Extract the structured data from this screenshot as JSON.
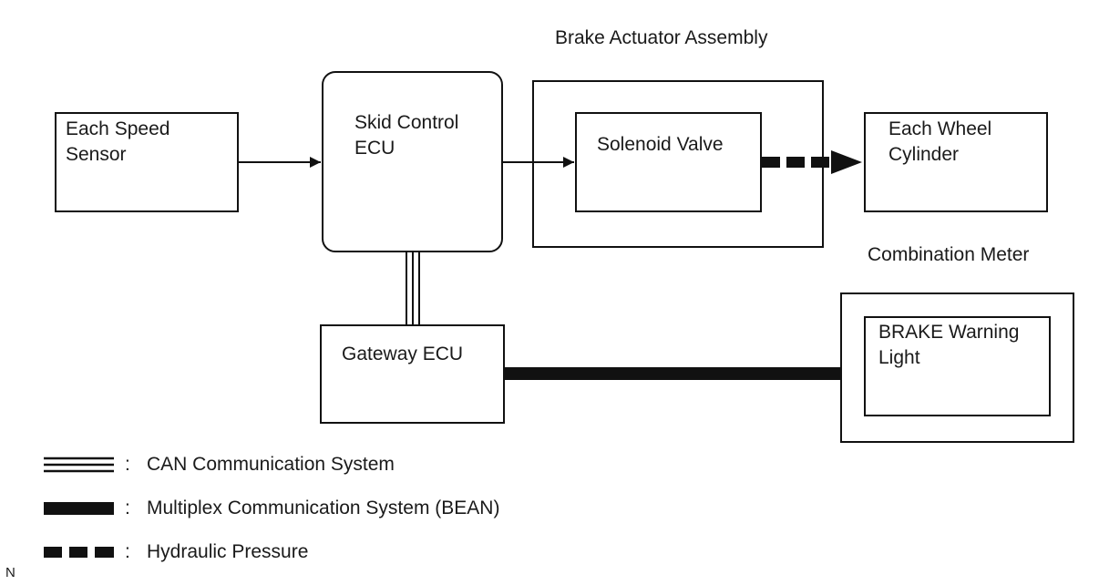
{
  "blocks": {
    "speed_sensor": "Each Speed\nSensor",
    "skid_ecu": "Skid Control\nECU",
    "actuator_title": "Brake Actuator Assembly",
    "solenoid": "Solenoid Valve",
    "wheel_cylinder": "Each Wheel\nCylinder",
    "meter_title": "Combination Meter",
    "brake_light": "BRAKE Warning\nLight",
    "gateway": "Gateway ECU"
  },
  "legend": [
    {
      "sep": ":",
      "text": "CAN Communication System"
    },
    {
      "sep": ":",
      "text": "Multiplex Communication System (BEAN)"
    },
    {
      "sep": ":",
      "text": "Hydraulic Pressure"
    }
  ],
  "corner_mark": "N"
}
